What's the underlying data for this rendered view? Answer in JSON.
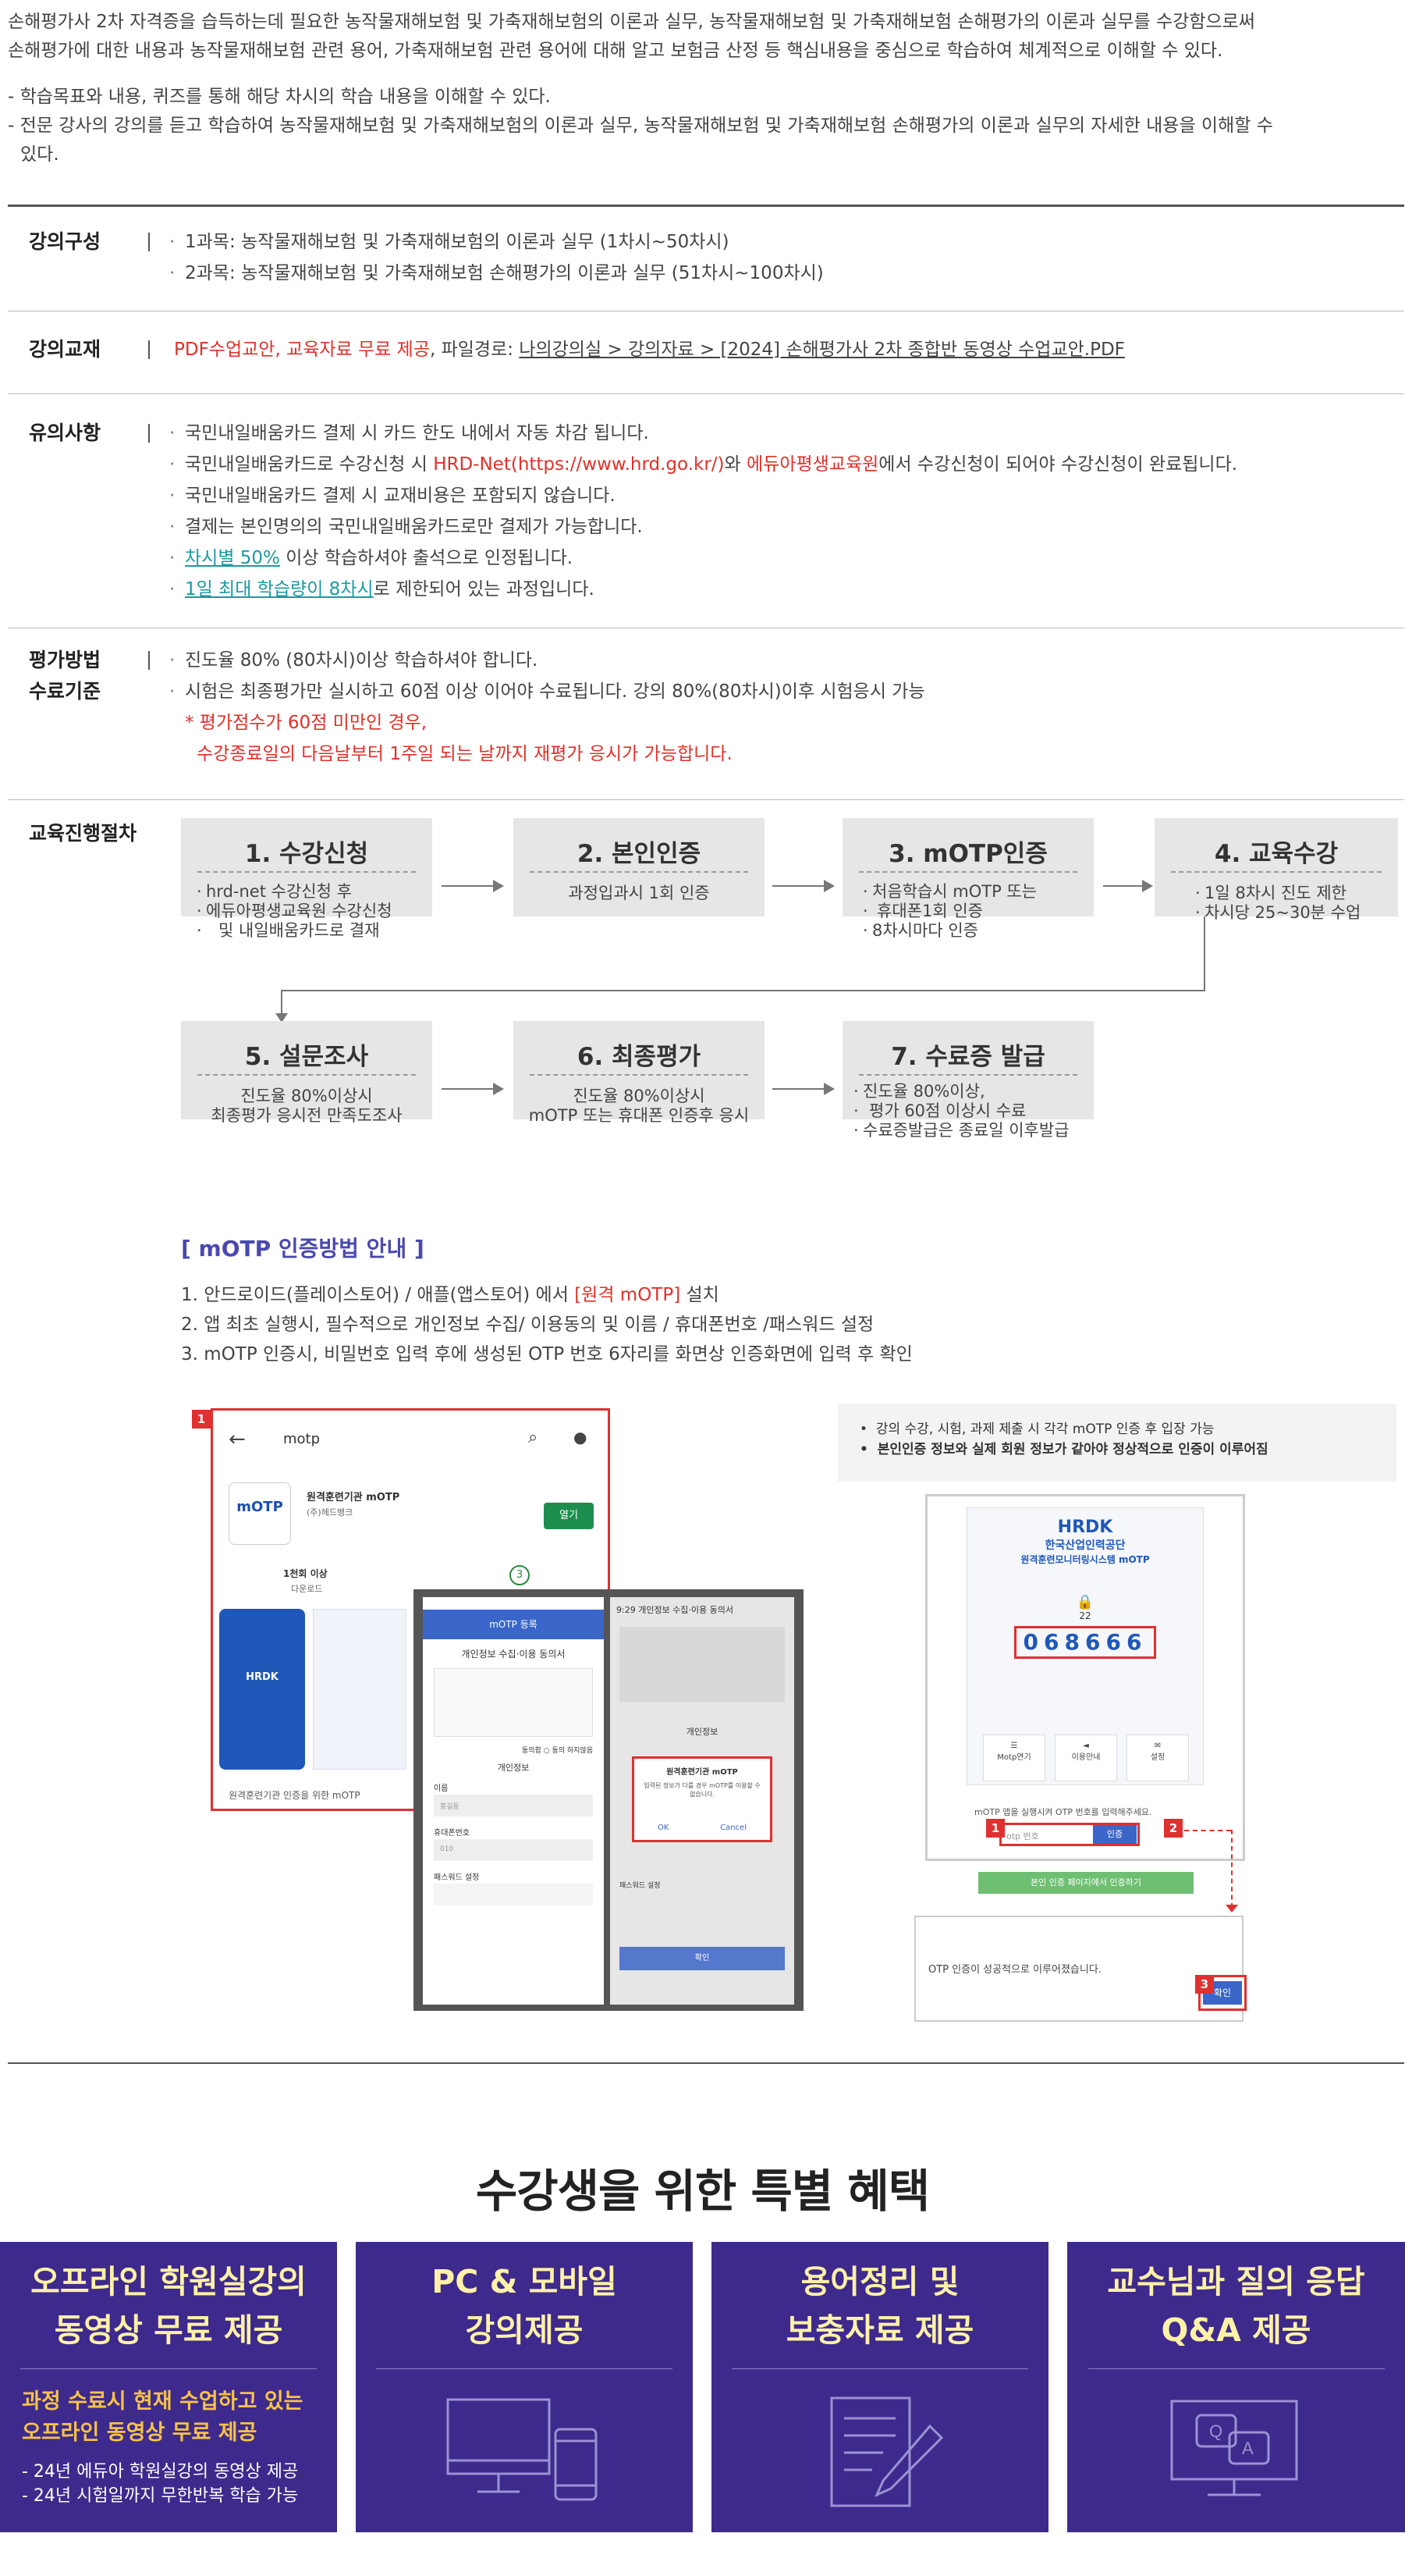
{
  "intro": {
    "line1": "손해평가사 2차 자격증을 습득하는데 필요한 농작물재해보험 및 가축재해보험의 이론과 실무, 농작물재해보험 및 가축재해보험 손해평가의 이론과 실무를 수강함으로써",
    "line2": "손해평가에 대한 내용과 농작물재해보험 관련 용어, 가축재해보험 관련 용어에 대해 알고 보험금 산정  등 핵심내용을 중심으로 학습하여 체계적으로 이해할 수 있다.",
    "goal1": "- 학습목표와 내용, 퀴즈를 통해 해당 차시의 학습 내용을 이해할 수 있다.",
    "goal2": "- 전문 강사의 강의를 듣고 학습하여 농작물재해보험 및 가축재해보험의 이론과 실무, 농작물재해보험 및 가축재해보험 손해평가의 이론과 실무의 자세한 내용을 이해할 수",
    "goal2b": "있다."
  },
  "composition": {
    "label": "강의구성",
    "items": [
      "1과목: 농작물재해보험 및 가축재해보험의 이론과 실무 (1차시~50차시)",
      "2과목: 농작물재해보험 및 가축재해보험 손해평가의 이론과 실무 (51차시~100차시)"
    ]
  },
  "material": {
    "label": "강의교재",
    "red": "PDF수업교안,  교육자료 무료 제공",
    "path_label": ", 파일경로: ",
    "path": "나의강의실 > 강의자료 > [2024] 손해평가사 2차 종합반 동영상 수업교안.PDF"
  },
  "caution": {
    "label": "유의사항",
    "i1": "국민내일배움카드 결제 시 카드 한도 내에서 자동 차감 됩니다.",
    "i2a": "국민내일배움카드로 수강신청 시 ",
    "i2b": "HRD-Net(https://www.hrd.go.kr/)",
    "i2c": "와 ",
    "i2d": "에듀아평생교육원",
    "i2e": "에서 수강신청이 되어야 수강신청이 완료됩니다.",
    "i3": "국민내일배움카드 결제 시 교재비용은 포함되지 않습니다.",
    "i4": "결제는 본인명의의 국민내일배움카드로만 결제가 가능합니다.",
    "i5a": "차시별 50%",
    "i5b": " 이상 학습하셔야 출석으로 인정됩니다.",
    "i6a": "1일 최대 학습량이 8차시",
    "i6b": "로 제한되어 있는 과정입니다."
  },
  "evaluation": {
    "label1": "평가방법",
    "label2": "수료기준",
    "i1": "진도율 80% (80차시)이상 학습하셔야 합니다.",
    "i2": "시험은 최종평가만 실시하고 60점 이상 이어야 수료됩니다. 강의 80%(80차시)이후 시험응시 가능",
    "n1": "* 평가점수가 60점 미만인 경우,",
    "n2": "수강종료일의 다음날부터 1주일 되는 날까지 재평가 응시가 가능합니다."
  },
  "process": {
    "label": "교육진행절차",
    "steps": [
      {
        "title": "1. 수강신청",
        "lines": [
          "hrd-net 수강신청 후",
          "에듀아평생교육원 수강신청",
          "및 내일배움카드로 결재"
        ]
      },
      {
        "title": "2. 본인인증",
        "desc": "과정입과시 1회 인증"
      },
      {
        "title": "3. mOTP인증",
        "lines": [
          "처음학습시 mOTP 또는",
          "휴대폰1회 인증",
          "8차시마다 인증"
        ]
      },
      {
        "title": "4. 교육수강",
        "lines": [
          "1일 8차시 진도 제한",
          "차시당 25~30분 수업"
        ]
      },
      {
        "title": "5. 설문조사",
        "desc1": "진도율 80%이상시",
        "desc2": "최종평가 응시전 만족도조사"
      },
      {
        "title": "6. 최종평가",
        "desc1": "진도율 80%이상시",
        "desc2": "mOTP 또는 휴대폰 인증후 응시"
      },
      {
        "title": "7. 수료증 발급",
        "lines": [
          "진도율 80%이상,",
          "평가 60점 이상시 수료",
          "수료증발급은 종료일 이후발급"
        ]
      }
    ]
  },
  "motp": {
    "title": "[ mOTP 인증방법 안내 ]",
    "s1a": "1. 안드로이드(플레이스토어) / 애플(앱스토어) 에서 ",
    "s1b": "[원격 mOTP]",
    "s1c": " 설치",
    "s2": "2. 앱 최초 실행시, 필수적으로 개인정보 수집/ 이용동의 및 이름 / 휴대폰번호 /패스워드 설정",
    "s3": "3. mOTP 인증시, 비밀번호 입력 후에 생성된 OTP 번호 6자리를 화면상 인증화면에 입력 후 확인",
    "store": {
      "search": "motp",
      "app_name": "원격훈련기관 mOTP",
      "dev": "(주)헤드뱅크",
      "open": "열기",
      "installs": "1천회 이상",
      "installs_label": "다운로드",
      "rating": "3",
      "caption": "원격훈련기관 인증을 위한 mOTP",
      "mini": "mOTP"
    },
    "reg": {
      "title": "mOTP 등록",
      "consent": "개인정보 수집·이용 동의서",
      "agree": "동의함",
      "disagree": "동의 하지않음",
      "info": "개인정보",
      "name": "이름",
      "name_ph": "홍길동",
      "phone": "휴대폰번호",
      "phone_ph": "010",
      "pw": "패스워드 설정"
    },
    "reg2": {
      "time": "9:29",
      "title": "개인정보 수집·이용 동의서",
      "popup_title": "원격훈련기관 mOTP",
      "popup_text": "입력된 정보가 다를 경우 mOTP를 이용할 수 없습니다.",
      "popup_ok": "OK",
      "popup_cancel": "Cancel",
      "confirm": "확인",
      "pw": "패스워드 설정",
      "info": "개인정보"
    },
    "notes": [
      "강의 수강, 시험, 과제 제출 시 각각 mOTP 인증 후 입장 가능",
      "본인인증 정보와 실제 회원 정보가 같아야 정상적으로 인증이 이루어짐"
    ],
    "hrdk": {
      "logo": "HRDK",
      "org": "한국산업인력공단",
      "sys": "원격훈련모니터링시스템",
      "sys2": "mOTP",
      "timer": "22",
      "code": "068666",
      "menu": [
        "Motp연기",
        "이용안내",
        "설정"
      ],
      "prompt": "mOTP 앱을 실행시켜 OTP 번호를 입력해주세요.",
      "input_ph": "otp 번호",
      "auth": "인증",
      "green": "본인 인증 페이지에서 인증하기",
      "done": "OTP 인증이 성공적으로 이루어졌습니다.",
      "ok": "확인"
    },
    "nums": [
      "1",
      "1",
      "2",
      "3"
    ]
  },
  "benefits": {
    "title": "수강생을 위한 특별 혜택",
    "cards": [
      {
        "h1": "오프라인 학원실강의",
        "h2": "동영상 무료 제공",
        "y1": "과정 수료시 현재 수업하고 있는",
        "y2": "오프라인 동영상 무료 제공",
        "w1": "- 24년 에듀아 학원실강의 동영상 제공",
        "w2": "- 24년 시험일까지 무한반복 학습 가능"
      },
      {
        "h1": "PC & 모바일",
        "h2": "강의제공"
      },
      {
        "h1": "용어정리 및",
        "h2": "보충자료 제공"
      },
      {
        "h1": "교수님과 질의 응답",
        "h2": "Q&A 제공"
      }
    ]
  },
  "colors": {
    "accent_red": "#e0302a",
    "teal": "#1a9aa0",
    "purple": "#3e2a8c",
    "yellow": "#fff1a8"
  }
}
